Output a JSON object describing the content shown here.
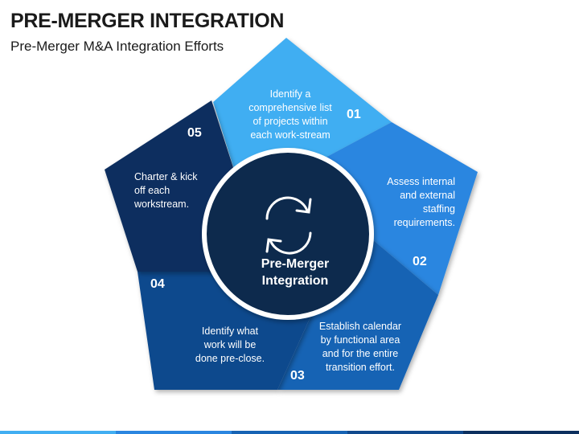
{
  "header": {
    "title": "PRE-MERGER INTEGRATION",
    "subtitle": "Pre-Merger M&A Integration Efforts"
  },
  "center": {
    "line1": "Pre-Merger",
    "line2": "Integration",
    "icon": "refresh-cycle-icon"
  },
  "segments": [
    {
      "number": "01",
      "text": [
        "Identify a",
        "comprehensive list",
        "of projects within",
        "each work-stream"
      ],
      "color": "#41aef2"
    },
    {
      "number": "02",
      "text": [
        "Assess internal",
        "and external",
        "staffing",
        "requirements."
      ],
      "color": "#2a86e0"
    },
    {
      "number": "03",
      "text": [
        "Establish calendar",
        "by functional area",
        "and for the entire",
        "transition effort."
      ],
      "color": "#1663b4"
    },
    {
      "number": "04",
      "text": [
        "Identify what",
        "work will be",
        "done pre-close."
      ],
      "color": "#10498d"
    },
    {
      "number": "05",
      "text": [
        "Charter & kick",
        "off each",
        "workstream."
      ],
      "color": "#0c2f5e"
    }
  ],
  "colors": {
    "center_fill": "#0c2a4d",
    "center_ring": "#ffffff",
    "bottom_bar": [
      "#41aef2",
      "#2a86e0",
      "#1663b4",
      "#10498d",
      "#0c2f5e"
    ]
  }
}
